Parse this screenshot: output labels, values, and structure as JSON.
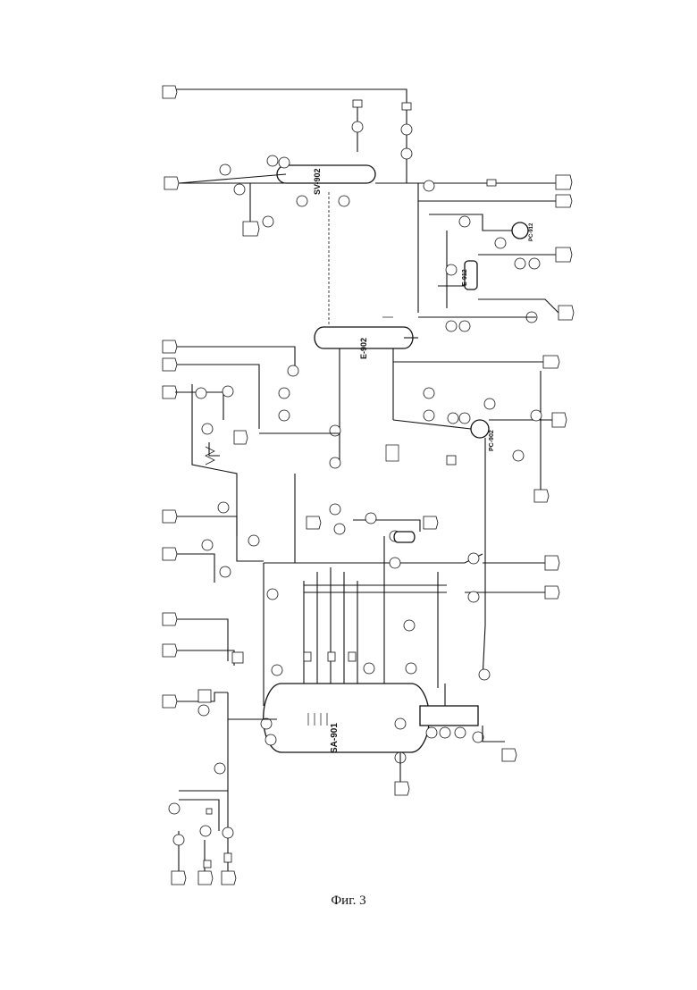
{
  "figure": {
    "caption": "Фиг. 3"
  },
  "equipment": {
    "sa901": "SA-901",
    "e902": "E-902",
    "sv902": "SV-902",
    "e912": "E-912",
    "pc902": "PC-902",
    "pc912": "PC-912"
  },
  "colors": {
    "line": "#111111",
    "background": "#ffffff"
  }
}
